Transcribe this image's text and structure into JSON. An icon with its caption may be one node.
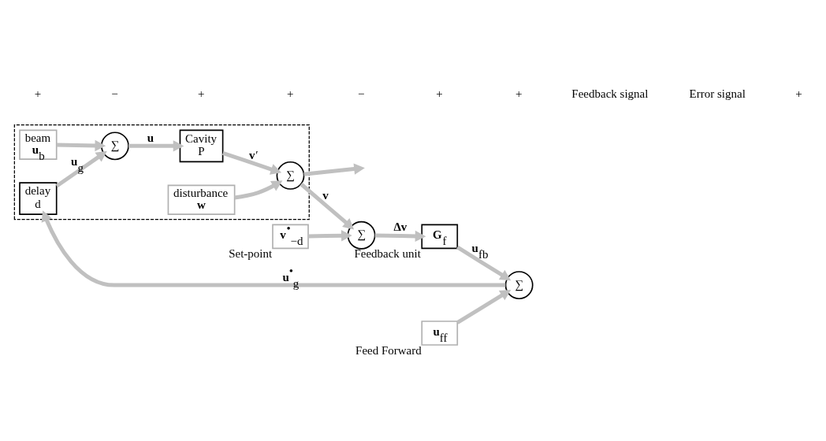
{
  "diagram": {
    "nodes": [
      {
        "text": [],
        "shape": "box"
      },
      {
        "text": [
          "delay",
          "d"
        ],
        "in": 0
      },
      {
        "text": [
          "beam",
          "**u**$_{b}$"
        ],
        "in": 0
      },
      {
        "text": [
          "∑"
        ],
        "in": 0
      },
      {
        "text": [
          "Cavity",
          "P"
        ],
        "in": 0
      },
      {
        "text": [
          "disturbance",
          "**w**"
        ],
        "in": 0
      },
      {
        "text": [
          "∑"
        ],
        "in": 0
      },
      {
        "text": [
          "∑"
        ]
      },
      {
        "text": [
          "**v**$^{•}$$_{−d}$"
        ],
        "beside": [
          "Set-point"
        ]
      },
      {
        "text": [
          "**G**$_{f}$"
        ],
        "beside": [
          "Feedback unit"
        ]
      },
      {
        "text": [
          "∑"
        ]
      },
      {
        "text": [
          "**u**$_{ff}$"
        ],
        "beside": [
          "Feed Forward"
        ]
      }
    ],
    "edges": [
      {
        "from": 10,
        "to": 1,
        "arrow": "to",
        "label": "**u**$^{•}$$_{g}$"
      },
      {
        "from": 1,
        "to": 3,
        "arrow": "to",
        "label": "**u**$_{g}$"
      },
      {
        "from": 2,
        "to": 3,
        "arrow": "to"
      },
      {
        "from": 3,
        "to": 4,
        "arrow": "to",
        "label": "**u**"
      },
      {
        "from": 4,
        "to": 6,
        "arrow": "to",
        "label": "**v**′"
      },
      {
        "from": 5,
        "to": 6,
        "arrow": "to"
      },
      {
        "from": 6,
        "to": null,
        "arrow": "to"
      },
      {
        "from": 6,
        "to": 7,
        "arrow": "to",
        "label": "**v**"
      },
      {
        "from": 8,
        "to": 7,
        "arrow": "to"
      },
      {
        "from": 7,
        "to": 9,
        "arrow": "to",
        "label": "**Δv**"
      },
      {
        "from": 9,
        "to": 10,
        "arrow": "to",
        "label": "**u**$_{fb}$"
      },
      {
        "from": 11,
        "to": 10,
        "arrow": "to"
      }
    ],
    "labels": [
      "+",
      "−",
      "+",
      "+",
      "−",
      "+",
      "+",
      "Feedback signal",
      "Error signal",
      "+"
    ]
  }
}
